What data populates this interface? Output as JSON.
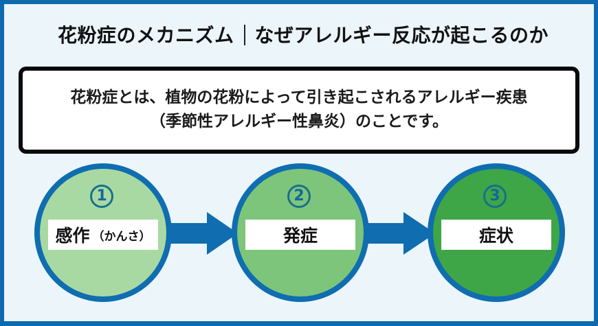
{
  "title": {
    "left": "花粉症のメカニズム",
    "right": "なぜアレルギー反応が起こるのか"
  },
  "definition": {
    "line1": "花粉症とは、植物の花粉によって引き起こされるアレルギー疾患",
    "line2": "（季節性アレルギー性鼻炎）のことです。"
  },
  "steps": [
    {
      "number": "1",
      "label": "感作",
      "reading": "（かんさ）",
      "fill": "#a9d9a3"
    },
    {
      "number": "2",
      "label": "発症",
      "reading": "",
      "fill": "#7dc57b"
    },
    {
      "number": "3",
      "label": "症状",
      "reading": "",
      "fill": "#3ea647"
    }
  ],
  "colors": {
    "frame": "#0f69ad",
    "background": "#ebf5fa",
    "arrow": "#0f6db0",
    "circle_border": "#0f6db0"
  },
  "icons": [
    "arrow-right-icon",
    "arrow-right-icon"
  ]
}
